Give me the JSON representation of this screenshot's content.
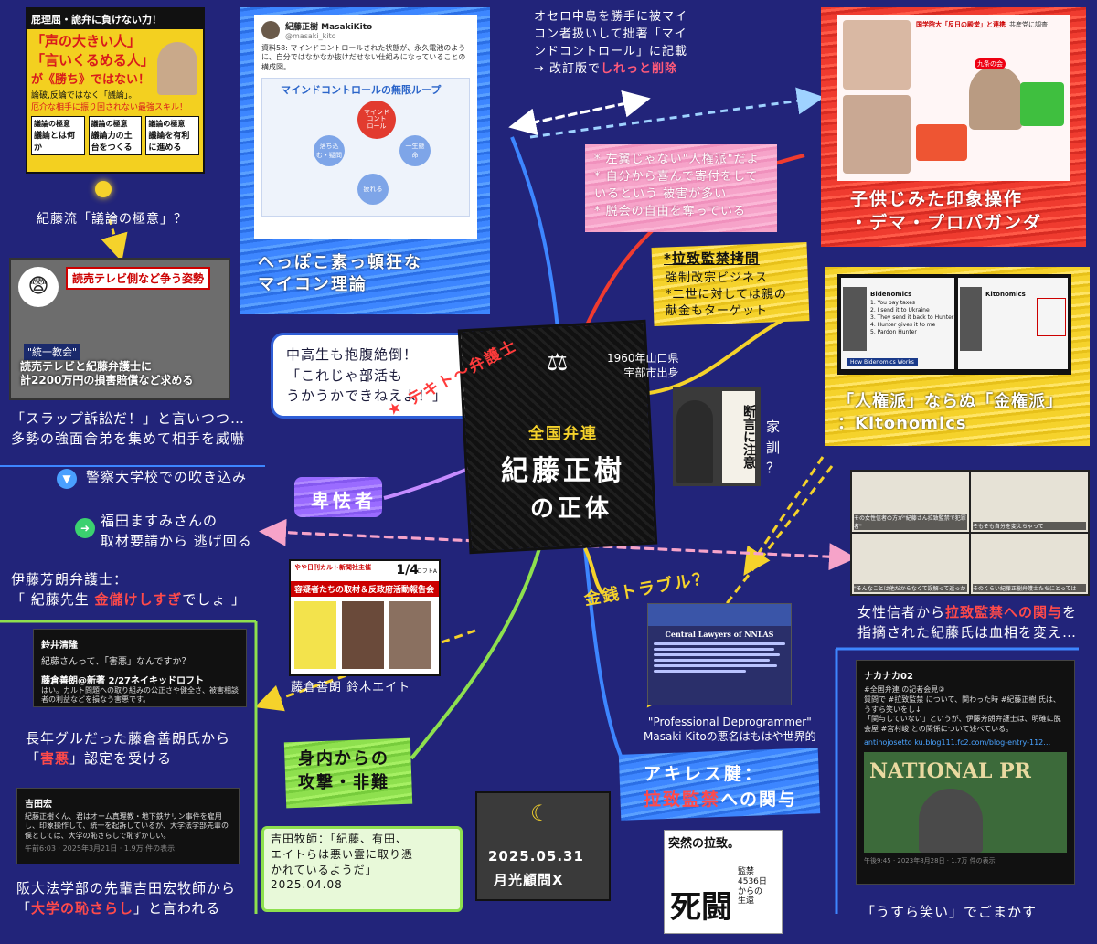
{
  "center": {
    "org": "全国弁連",
    "name": "紀藤正樹",
    "suffix": "の正体",
    "birthplace": "1960年山口県\n宇部市出身",
    "tag": "★ テキト～弁護士",
    "kakun": "家\n訓\n？"
  },
  "book": {
    "top": "屁理屈・詭弁に負けない力！",
    "line1": "「声の大きい人」",
    "line2": "「言いくるめる人」",
    "line3": "が《勝ち》ではない！",
    "sub1": "論破,反論ではなく「議論」。",
    "sub2": "厄介な相手に振り回されない最強スキル！",
    "box1": "議論の極意",
    "box2": "議論の極意",
    "box3": "議論の極意",
    "b1a": "議論とは何か",
    "b2a": "議論力の土台をつくる",
    "b3a": "議論を有利に進める"
  },
  "left": {
    "book_caption": "紀藤流「議論の極意」？",
    "news_banner": "読売テレビ側など争う姿勢",
    "news_tag": "\"統一教会\"",
    "news_main": "読売テレビと紀藤弁護士に\n計2200万円の損害賠償など求める",
    "slapp": "「スラップ訴訟だ！」と言いつつ…\n多勢の強面舎弟を集めて相手を威嚇",
    "item1": "警察大学校での吹き込み",
    "item2": "福田ますみさんの\n取材要請から 逃げ回る",
    "coward": "卑怯者",
    "ito": "伊藤芳朗弁護士：\n「 紀藤先生 ",
    "ito_hl": "金儲けしすぎ",
    "ito_end": "でしょ 」",
    "fujikura_pre": "長年グルだった藤倉善朗氏から\n「",
    "fujikura_hl": "害悪",
    "fujikura_end": "」認定を受ける",
    "yoshida_pre": "阪大法学部の先輩吉田宏牧師から\n「",
    "yoshida_hl": "大学の恥さらし",
    "yoshida_end": "」と言われる"
  },
  "top_mid": {
    "caption": "へっぽこ素っ頓狂な\nマイコン理論",
    "tweet_user": "紀藤正樹 MasakiKito",
    "tweet_handle": "@masaki_kito",
    "tweet_text": "資料58: マインドコントロールされた状態が、永久電池のように、自分ではなかなか抜けだせない仕組みになっていることの構成図。",
    "loop_title": "マインドコントロールの無限ループ",
    "loop_center": "マインド\nコント\nロール",
    "loop_a": "一生懸\n命",
    "loop_b": "疲れる",
    "loop_c": "落ち込\nむ・疑問",
    "bubble": "中高生も抱腹絶倒！\n「これじゃ部活も\nうかうかできねえよ！」"
  },
  "top_right": {
    "note_pre": "オセロ中島を勝手に被マイ\nコン者扱いして拙著「マイ\nンドコントロール」に記載\n→ 改訂版で",
    "note_hl": "しれっと削除",
    "pink_box": "* 左翼じゃない\"人権派\"だよ\n* 自分から喜んで寄付をして\n いるという 被害が多い\n* 脱会の自由を奪っている",
    "red_caption": "子供じみた印象操作\n・デマ・プロパガンダ",
    "red_tag1": "国学院大「反日の殿堂」と連携",
    "red_tag2": "共産党に調査"
  },
  "right_mid": {
    "yellow_title": "*拉致監禁拷問",
    "yellow_body": "強制改宗ビジネス\n*二世に対しては親の\n献金もターゲット",
    "kitonomics_pre": "「人権派」ならぬ「",
    "kitonomics_hl": "金権派",
    "kitonomics_end": "」\n：Kitonomics",
    "slide_left_title": "Bidenomics",
    "slide_left_items": [
      "1. You pay taxes",
      "2. I send it to Ukraine",
      "3. They send it back to Hunter",
      "4. Hunter gives it to me",
      "5. Pardon Hunter"
    ],
    "slide_left_foot": "How Bidenomics Works",
    "slide_right_title": "Kitonomics",
    "women_caption_pre": "女性信者から",
    "women_hl": "拉致監禁への関与",
    "women_end": "を\n指摘された紀藤氏は血相を変え…",
    "sub1": "その女性信者の方が\"紀藤さん拉致監禁で犯罪者\"",
    "sub2": "そもそも自分を変えちゃって",
    "sub3": "\"そんなことは他だからなくて誤解って返っか",
    "sub4": "そのくらい紀藤正樹弁護士たちにとっては"
  },
  "bottom": {
    "event_top": "やや日刊カルト新聞社主催",
    "event_date": "1/4",
    "event_place": "ロフトA",
    "event_title": "容疑者たちの取材＆反政府活動報告会",
    "event_names": "藤倉善朗 鈴木エイト",
    "money": "金銭トラブル？",
    "deprog": "\"Professional Deprogrammer\"\nMasaki Kitoの悪名はもはや世界的",
    "deprog_slide_title": "Central Lawyers of NNLAS",
    "green_box": "身内からの\n攻撃・非難",
    "yoshida_quote": "吉田牧師：「紀藤、有田、\nエイトらは悪い霊に取り憑\nかれているようだ」\n2025.04.08",
    "moon_date": "2025.05.31",
    "moon_name": "月光顧問X",
    "achilles1": "アキレス腱：",
    "achilles2": "拉致監禁",
    "achilles3": "への関与",
    "book2_title": "突然の拉致。",
    "book2_big": "死闘",
    "book2_side": "監禁\n4536日\nからの\n生還",
    "usura": "「うすら笑い」でごまかす",
    "tweet_r_user": "ナカナカ02",
    "tweet_r_text": "#全国弁連 の記者会見②\n質問で #拉致監禁 について、関わった時 #紀藤正樹 氏は、うすら笑いをし↓\n「関与していない」というが、伊藤芳朗弁護士は、明確に脱会屋 #宮村峻 との関係について述べている。",
    "tweet_r_link": "antihojosetto ku.blog111.fc2.com/blog-entry-112…",
    "tweet_r_time": "午後9:45 · 2023年8月28日 · 1.7万 件の表示",
    "natpress": "NATIONAL PR",
    "tweet_l1_user": "鈴井清隆",
    "tweet_l1_text": "紀藤さんって、「害悪」なんですか？",
    "tweet_l2_user": "藤倉善朗@新著 2/27ネイキッドロフト",
    "tweet_l2_text": "はい。カルト問題への取り組みの公正さや健全さ、被害相談者の利益などを損なう害悪です。",
    "tweet_l3_user": "吉田宏",
    "tweet_l3_text": "紀藤正樹くん、君はオーム真理教・地下鉄サリン事件を雇用し、印象操作して、統一を起訴しているが、大学法学部先輩の僕としては、大学の恥さらしで恥ずかしい。",
    "tweet_l3_time": "午前6:03 · 2025年3月21日 · 1.9万 件の表示"
  },
  "colors": {
    "bg": "#22247a",
    "blue": "#3d86ff",
    "red": "#ef3b2f",
    "yellow": "#f5d22b",
    "green": "#8ee04e",
    "pink": "#f6a3c9",
    "dashed_yellow": "#f5d22b",
    "dashed_pink": "#f6a3c9"
  }
}
